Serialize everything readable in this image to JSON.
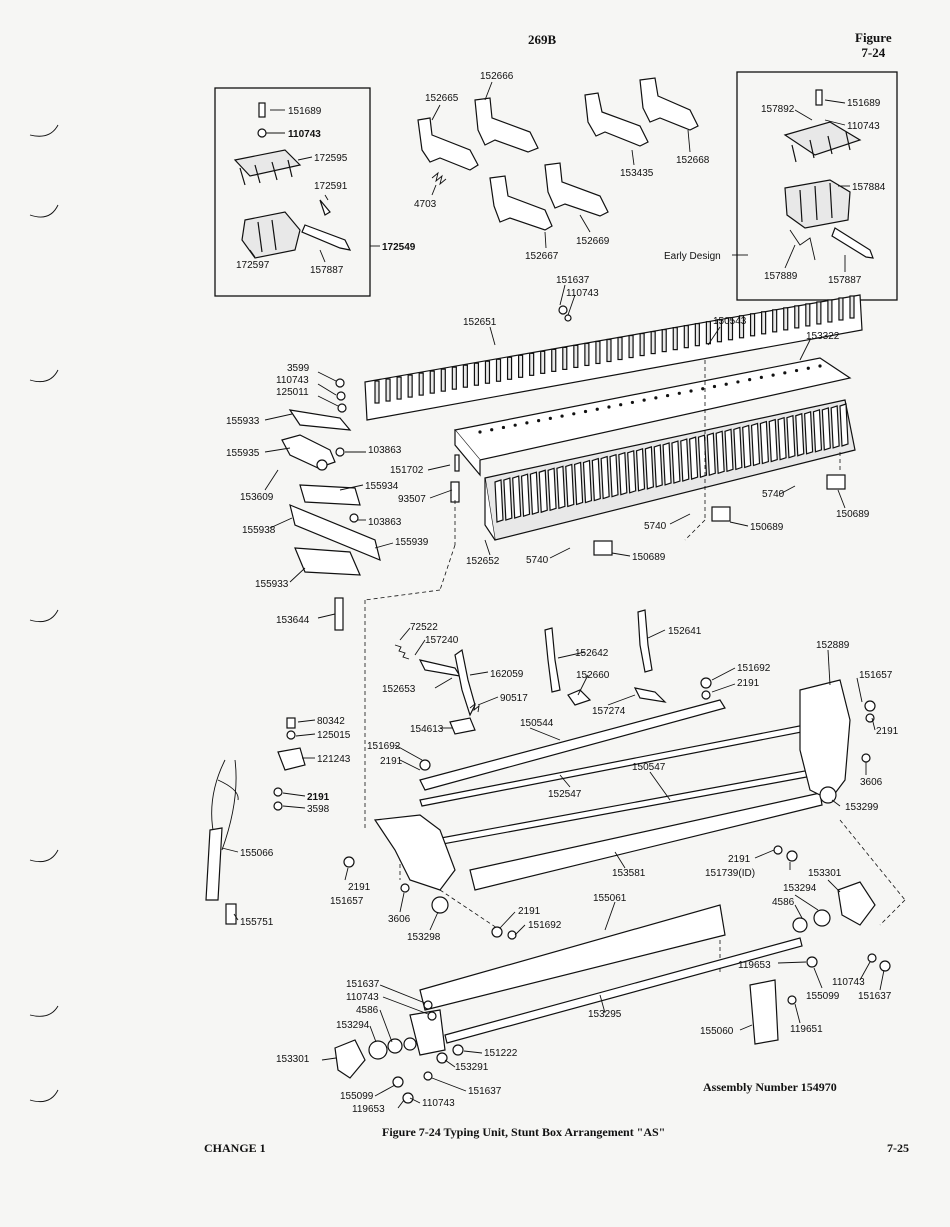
{
  "header": {
    "doc_number": "269B",
    "figure_word": "Figure",
    "figure_number": "7-24"
  },
  "caption": "Figure 7-24   Typing Unit, Stunt Box Arrangement \"AS\"",
  "footer": {
    "change": "CHANGE 1",
    "page": "7-25"
  },
  "assembly": "Assembly Number 154970",
  "early_design": "Early Design",
  "parts": {
    "p151689a": "151689",
    "p110743a": "110743",
    "p172595": "172595",
    "p172591": "172591",
    "p172549": "172549",
    "p172597": "172597",
    "p157887a": "157887",
    "p152666": "152666",
    "p152665": "152665",
    "p4703": "4703",
    "p153435": "153435",
    "p152668": "152668",
    "p152669": "152669",
    "p152667": "152667",
    "p157892": "157892",
    "p151689b": "151689",
    "p110743b": "110743",
    "p157884": "157884",
    "p157889": "157889",
    "p157887b": "157887",
    "p151637a": "151637",
    "p110743c": "110743",
    "p152651": "152651",
    "p150543": "150543",
    "p153322": "153322",
    "p3599": "3599",
    "p110743d": "110743",
    "p125011": "125011",
    "p155933a": "155933",
    "p155935": "155935",
    "p103863a": "103863",
    "p153609": "153609",
    "p151702": "151702",
    "p155934": "155934",
    "p93507": "93507",
    "p155938": "155938",
    "p103863b": "103863",
    "p155939": "155939",
    "p155933b": "155933",
    "p152652": "152652",
    "p5740a": "5740",
    "p5740b": "5740",
    "p5740c": "5740",
    "p150689a": "150689",
    "p150689b": "150689",
    "p150689c": "150689",
    "p153644": "153644",
    "p72522": "72522",
    "p157240": "157240",
    "p152642": "152642",
    "p152641": "152641",
    "p152889": "152889",
    "p162059": "162059",
    "p152660": "152660",
    "p151692a": "151692",
    "p2191a": "2191",
    "p151657a": "151657",
    "p152653": "152653",
    "p90517": "90517",
    "p157274": "157274",
    "p154613": "154613",
    "p150544": "150544",
    "p2191b": "2191",
    "p80342": "80342",
    "p125015": "125015",
    "p151692b": "151692",
    "p2191c": "2191",
    "p121243": "121243",
    "p150547": "150547",
    "p3606a": "3606",
    "p152547": "152547",
    "p2191d": "2191",
    "p3598": "3598",
    "p153299": "153299",
    "p155066": "155066",
    "p153581": "153581",
    "p2191e": "2191",
    "p151739": "151739(ID)",
    "p153301a": "153301",
    "p2191f": "2191",
    "p151657b": "151657",
    "p153294a": "153294",
    "p4586a": "4586",
    "p155061": "155061",
    "p3606b": "3606",
    "p2191g": "2191",
    "p151692c": "151692",
    "p153298": "153298",
    "p155751": "155751",
    "p119653a": "119653",
    "p110743e": "110743",
    "p155099a": "155099",
    "p151637b": "151637",
    "p151637c": "151637",
    "p110743f": "110743",
    "p4586b": "4586",
    "p153294b": "153294",
    "p153295": "153295",
    "p155060": "155060",
    "p119651": "119651",
    "p153301b": "153301",
    "p151222": "151222",
    "p153291": "153291",
    "p151637d": "151637",
    "p155099b": "155099",
    "p119653b": "119653",
    "p110743g": "110743"
  }
}
